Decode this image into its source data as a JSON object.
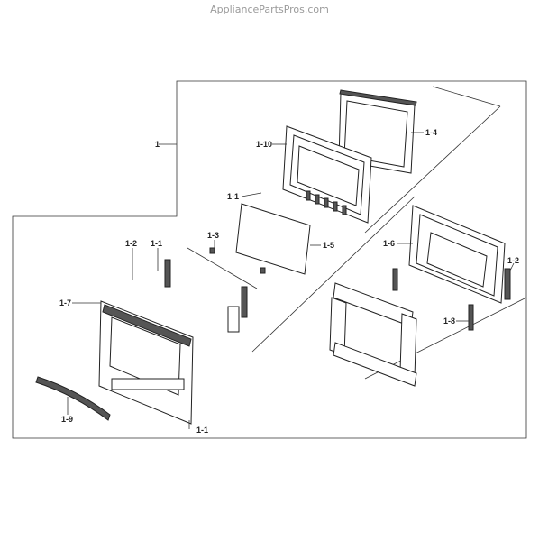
{
  "watermark": "AppliancePartsPros.com",
  "callouts": {
    "c1": "1",
    "c1_10": "1-10",
    "c1_4": "1-4",
    "c1_1_upper": "1-1",
    "c1_5": "1-5",
    "c1_3": "1-3",
    "c1_2_left": "1-2",
    "c1_1_left": "1-1",
    "c1_7": "1-7",
    "c1_6": "1-6",
    "c1_2_right": "1-2",
    "c1_8": "1-8",
    "c1_9": "1-9",
    "c1_1_bottom": "1-1"
  }
}
